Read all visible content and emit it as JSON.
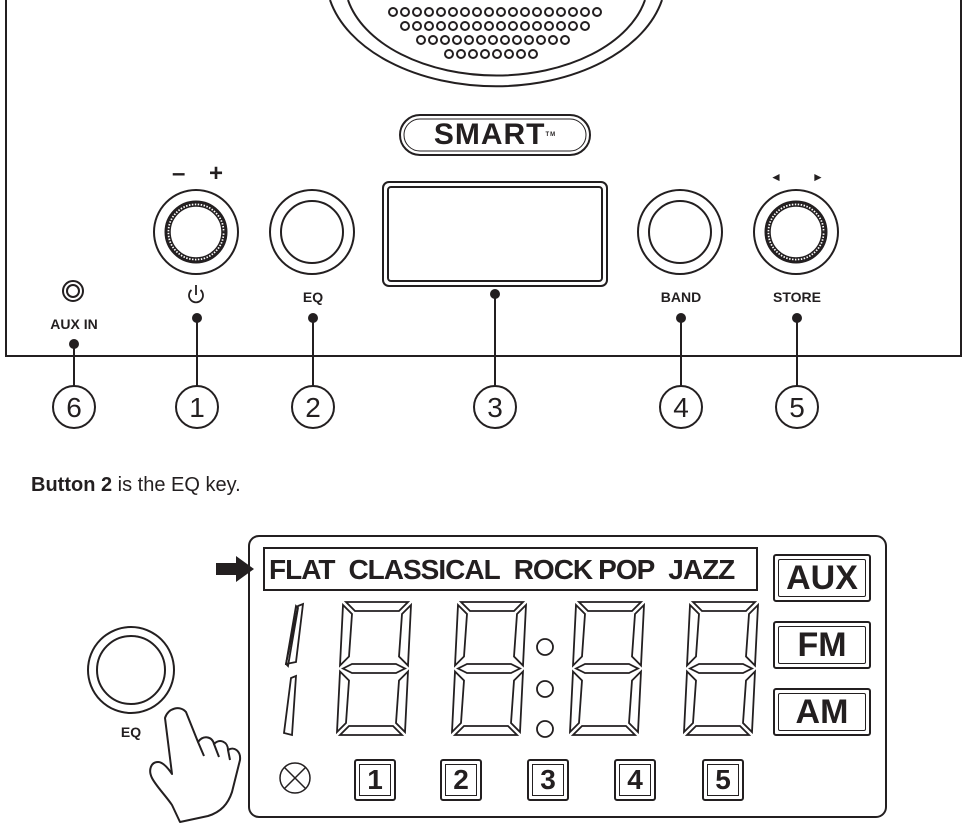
{
  "device": {
    "brand": "SMART",
    "trademark": "TM",
    "volume_minus": "–",
    "volume_plus": "+",
    "tune_left": "◄",
    "tune_right": "►",
    "labels": {
      "aux_in": "AUX IN",
      "eq": "EQ",
      "band": "BAND",
      "store": "STORE"
    },
    "callouts": [
      "6",
      "1",
      "2",
      "3",
      "4",
      "5"
    ]
  },
  "caption": {
    "bold": "Button 2",
    "rest": " is the EQ key."
  },
  "display": {
    "eq_modes": [
      "FLAT",
      "CLASSICAL",
      "ROCK",
      "POP",
      "JAZZ"
    ],
    "source_modes": [
      "AUX",
      "FM",
      "AM"
    ],
    "presets": [
      "1",
      "2",
      "3",
      "4",
      "5"
    ]
  },
  "eq_key_label": "EQ"
}
